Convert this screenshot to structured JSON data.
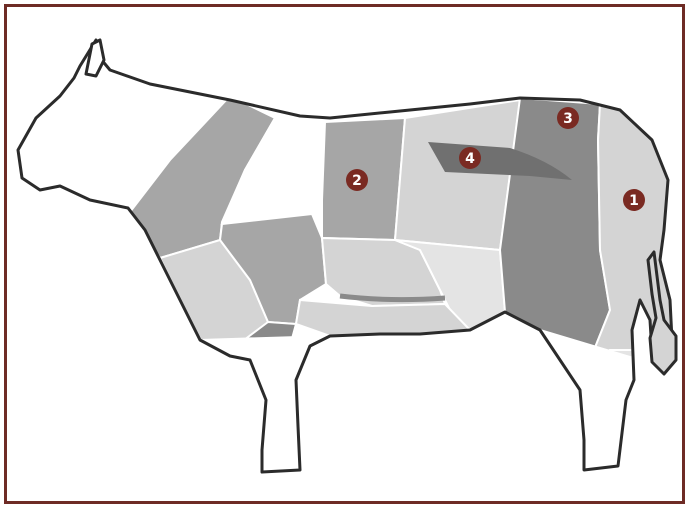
{
  "colors": {
    "frame": "#6e2b25",
    "badge": "#7a2a22",
    "outline": "#2b2b2b",
    "dark": "#8a8a8a",
    "mid": "#a6a6a6",
    "light": "#d4d4d4",
    "lighter": "#e4e4e4",
    "white": "#ffffff"
  },
  "markers": [
    {
      "label": "1"
    },
    {
      "label": "2"
    },
    {
      "label": "3"
    },
    {
      "label": "4"
    }
  ]
}
